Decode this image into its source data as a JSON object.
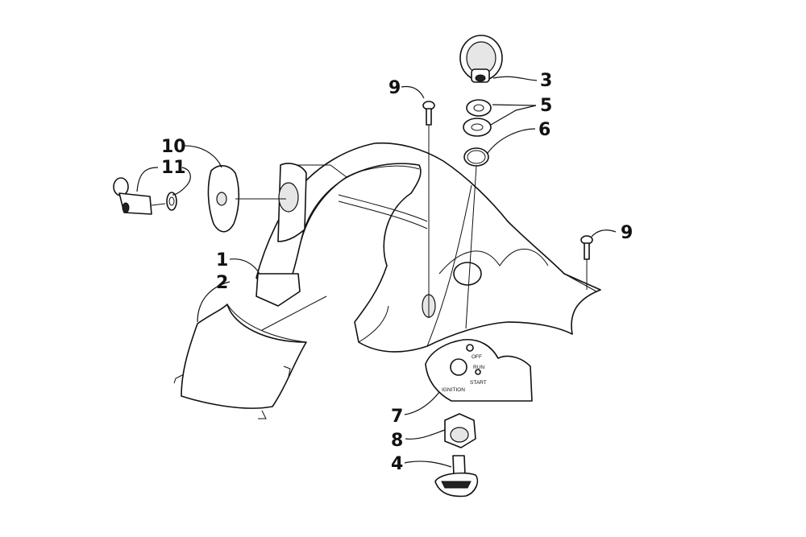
{
  "callouts": {
    "c1": "1",
    "c2": "2",
    "c3": "3",
    "c4": "4",
    "c5": "5",
    "c6": "6",
    "c7": "7",
    "c8": "8",
    "c9a": "9",
    "c9b": "9",
    "c10": "10",
    "c11": "11"
  },
  "switch_plate": {
    "off": "OFF",
    "run": "RUN",
    "start": "START",
    "ignition": "IGNITION"
  },
  "colors": {
    "line": "#111111",
    "background": "#ffffff"
  }
}
